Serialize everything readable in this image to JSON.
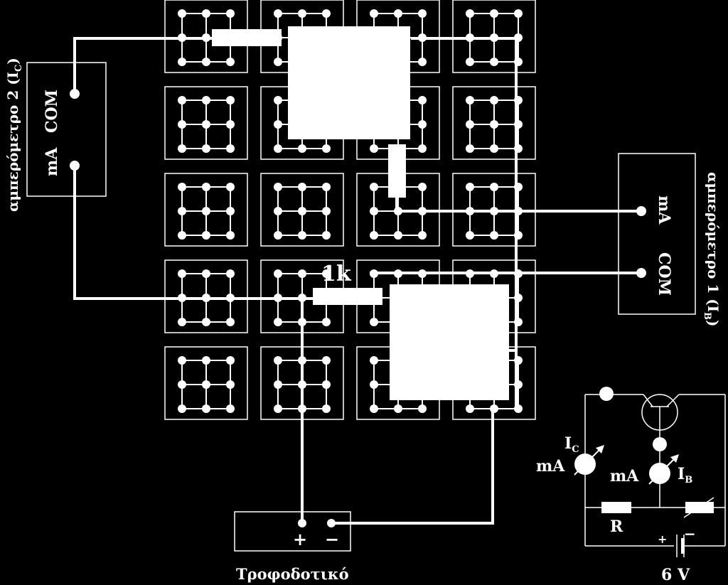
{
  "colors": {
    "background": "#000000",
    "foreground": "#ffffff"
  },
  "breadboard": {
    "rows": 5,
    "cols": 4
  },
  "ammeter2": {
    "title": "αμπερόμετρο 2 (I",
    "title_sub": "C",
    "title_end": ")",
    "terminal_ma": "mA",
    "terminal_com": "COM"
  },
  "ammeter1": {
    "title": "αμπερόμετρο 1 (I",
    "title_sub": "B",
    "title_end": ")",
    "terminal_ma": "mA",
    "terminal_com": "COM"
  },
  "power_supply": {
    "label": "Τροφοδοτικό",
    "plus": "+",
    "minus": "−"
  },
  "resistor_marking": "1k",
  "schematic": {
    "ic_label": "I",
    "ic_sub": "C",
    "ib_label": "I",
    "ib_sub": "B",
    "ma_left": "mA",
    "ma_right": "mA",
    "r_label": "R",
    "battery_plus": "+",
    "battery_minus": "−",
    "voltage": "6 V"
  }
}
